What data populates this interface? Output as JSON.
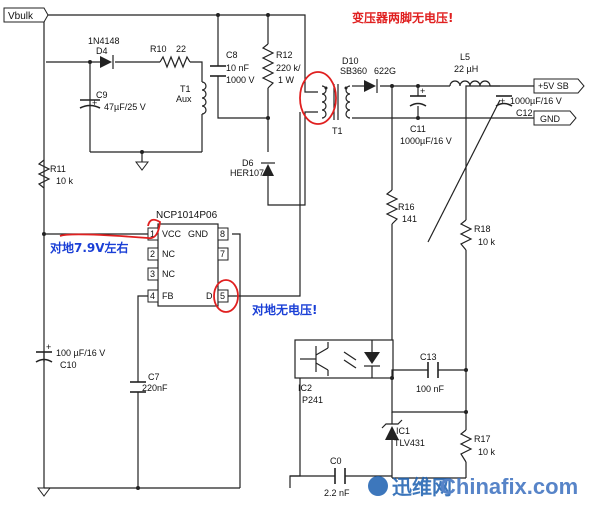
{
  "colors": {
    "annotation_blue": "#1a3fd6",
    "annotation_red": "#e02020",
    "wire": "#222222",
    "watermark_blue": "#1b5fb0"
  },
  "nets": {
    "vbulk": "Vbulk",
    "out": "+5V SB",
    "gnd": "GND"
  },
  "components": {
    "d4_part": "1N4148",
    "d4": "D4",
    "r10": "R10",
    "r10_val": "22",
    "c9": "C9",
    "c9_val": "47µF/25 V",
    "c8": "C8",
    "c8_val1": "10 nF",
    "c8_val2": "1000 V",
    "r12": "R12",
    "r12_val1": "220 k/",
    "r12_val2": "1 W",
    "t1_aux1": "T1",
    "t1_aux2": "Aux",
    "t1": "T1",
    "d6": "D6",
    "d6_part": "HER107",
    "d10": "D10",
    "d10_part": "SB360",
    "d10_code": "622G",
    "l5": "L5",
    "l5_val": "22 µH",
    "c12_val": "1000µF/16 V",
    "c12": "C12",
    "c11": "C11",
    "c11_val": "1000µF/16 V",
    "r11": "R11",
    "r11_val": "10 k",
    "r16": "R16",
    "r16_val": "141",
    "r18": "R18",
    "r18_val": "10 k",
    "ic_name": "NCP1014P06",
    "c10_val": "100 µF/16 V",
    "c10": "C10",
    "c7": "C7",
    "c7_val": "220nF",
    "ic2": "IC2",
    "ic2_part": "P241",
    "c13": "C13",
    "c13_val": "100 nF",
    "ic1": "IC1",
    "ic1_part": "TLV431",
    "r17": "R17",
    "r17_val": "10 k",
    "c0": "C0",
    "c0_val": "2.2 nF"
  },
  "ic_pins": {
    "p1": "1",
    "p1_name": "VCC",
    "p8": "8",
    "p8_name": "GND",
    "p2": "2",
    "p2_name": "NC",
    "p7": "7",
    "p3": "3",
    "p3_name": "NC",
    "p4": "4",
    "p4_name": "FB",
    "p5": "5",
    "p5_name": "D"
  },
  "annotations": {
    "transformer_note": "变压器两脚无电压!",
    "vcc_note": "对地7.9V左右",
    "drain_note": "对地无电压!"
  },
  "watermark": {
    "cn": "迅维网",
    "en": "Chinafix.com"
  }
}
